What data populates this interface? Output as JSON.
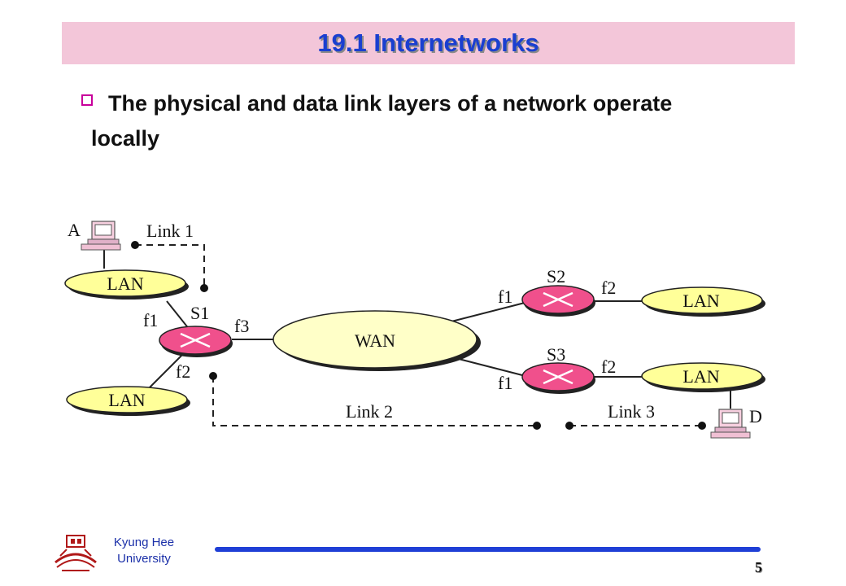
{
  "title": "19.1 Internetworks",
  "bullet": {
    "line1": "The physical  and data link layers of a network operate",
    "line2": "locally"
  },
  "diagram": {
    "host_a": "A",
    "host_d": "D",
    "lan_top_left": "LAN",
    "lan_bottom_left": "LAN",
    "lan_s2": "LAN",
    "lan_s3": "LAN",
    "wan": "WAN",
    "s1": "S1",
    "s2": "S2",
    "s3": "S3",
    "s1_f1": "f1",
    "s1_f2": "f2",
    "s1_f3": "f3",
    "s2_f1": "f1",
    "s2_f2": "f2",
    "s3_f1": "f1",
    "s3_f2": "f2",
    "link1": "Link 1",
    "link2": "Link 2",
    "link3": "Link 3",
    "colors": {
      "lan_fill": "#ffff99",
      "wan_fill": "#ffffc8",
      "router_fill": "#f0508c",
      "shadow": "#222222"
    }
  },
  "footer": {
    "university_line1": "Kyung Hee",
    "university_line2": "University",
    "page_number": "5",
    "bar_color": "#1f3fd6"
  }
}
